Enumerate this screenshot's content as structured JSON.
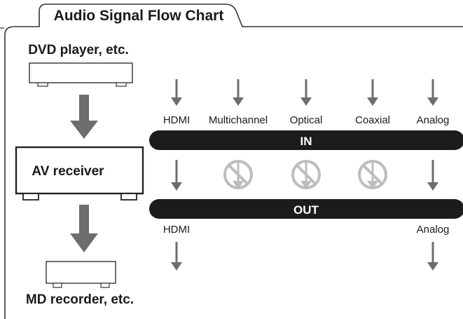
{
  "title": "Audio Signal Flow Chart",
  "source_device": "DVD player, etc.",
  "receiver": "AV receiver",
  "destination_device": "MD recorder, etc.",
  "input_bar_label": "IN",
  "output_bar_label": "OUT",
  "inputs": [
    {
      "label": "HDMI",
      "passes_through": true,
      "output_label": "HDMI"
    },
    {
      "label": "Multichannel",
      "passes_through": false,
      "output_label": ""
    },
    {
      "label": "Optical",
      "passes_through": false,
      "output_label": ""
    },
    {
      "label": "Coaxial",
      "passes_through": false,
      "output_label": ""
    },
    {
      "label": "Analog",
      "passes_through": true,
      "output_label": "Analog"
    }
  ],
  "colors": {
    "arrow": "#6d6d6d",
    "bar": "#1c1c1c",
    "prohibit": "#bdbdbd",
    "outline": "#333333"
  }
}
